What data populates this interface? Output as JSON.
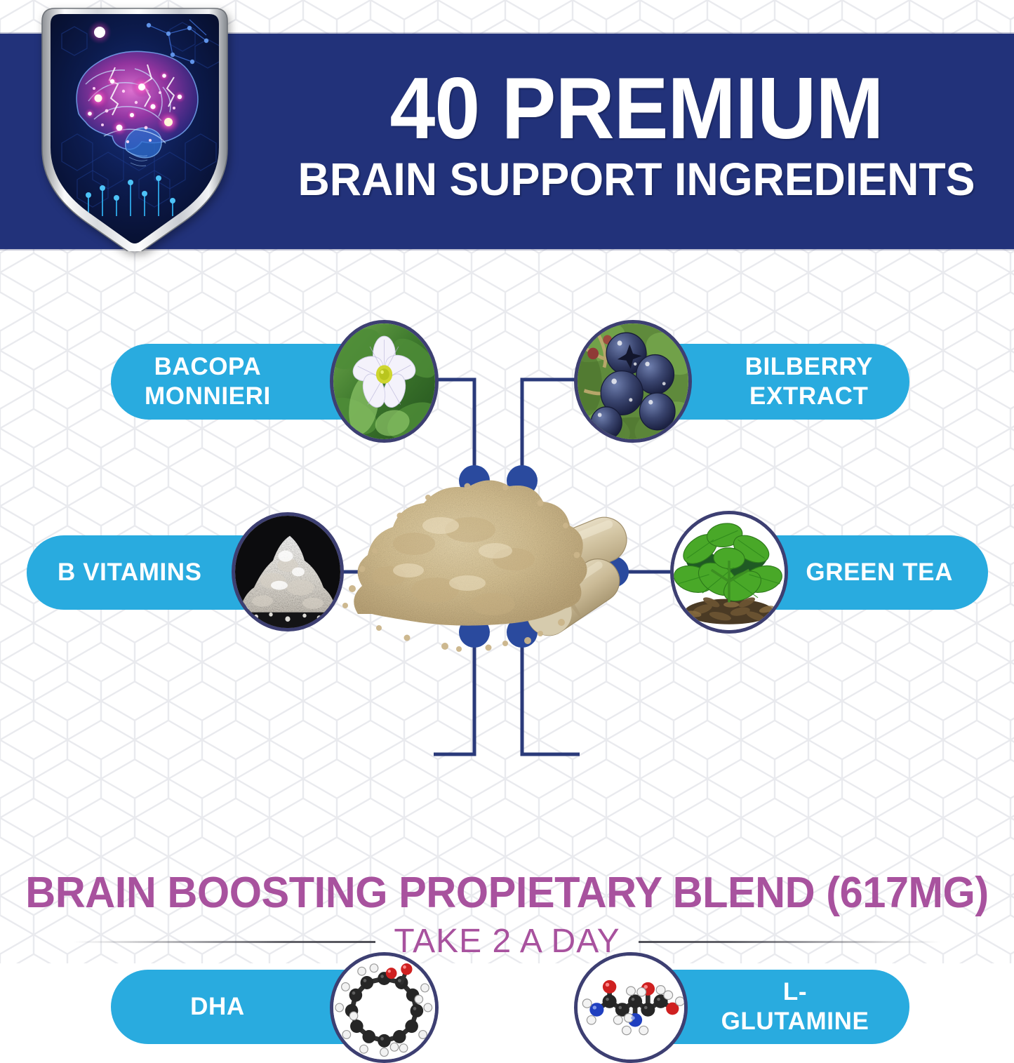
{
  "header": {
    "title_main": "40 PREMIUM",
    "title_sub": "BRAIN SUPPORT INGREDIENTS",
    "banner_color": "#22327a",
    "badge_icon": "brain-shield-icon"
  },
  "theme": {
    "navy": "#22327a",
    "pill_blue": "#29abdf",
    "circle_border": "#3d3f72",
    "connector": "#2a3a7a",
    "footer_purple": "#a8529e",
    "background": "#ffffff",
    "hex_line": "#e9eaee"
  },
  "diagram": {
    "center_image": "supplement-powder-capsules-photo",
    "ingredients": [
      {
        "id": "bacopa-monnieri",
        "label": "BACOPA\nMONNIERI",
        "side": "left",
        "row": "top",
        "icon": "bacopa-flower-photo"
      },
      {
        "id": "bilberry-extract",
        "label": "BILBERRY\nEXTRACT",
        "side": "right",
        "row": "top",
        "icon": "bilberry-berries-photo"
      },
      {
        "id": "b-vitamins",
        "label": "B VITAMINS",
        "side": "left",
        "row": "middle",
        "icon": "white-powder-photo"
      },
      {
        "id": "green-tea",
        "label": "GREEN TEA",
        "side": "right",
        "row": "middle",
        "icon": "green-tea-leaves-photo"
      },
      {
        "id": "dha",
        "label": "DHA",
        "side": "left",
        "row": "bottom",
        "icon": "dha-molecule-model"
      },
      {
        "id": "l-glutamine",
        "label": "L-GLUTAMINE",
        "side": "right",
        "row": "bottom",
        "icon": "l-glutamine-molecule-model"
      }
    ]
  },
  "footer": {
    "blend_title": "BRAIN BOOSTING PROPIETARY BLEND (617MG)",
    "dosage": "TAKE 2 A DAY"
  }
}
